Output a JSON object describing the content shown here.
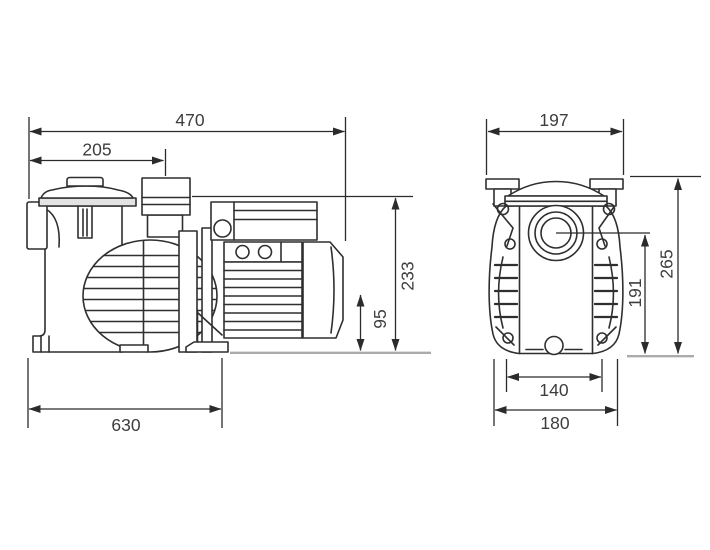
{
  "colors": {
    "line": "#2f2f2f",
    "dim": "#2b2b2b",
    "ref_line": "#ababab",
    "background": "#ffffff",
    "text": "#3d3d3d"
  },
  "side_view": {
    "dims": {
      "overall_length": "470",
      "outlet_center_offset": "205",
      "base_length": "630",
      "outlet_height": "233",
      "shaft_height": "95"
    }
  },
  "front_view": {
    "dims": {
      "top_width": "197",
      "overall_height": "265",
      "inlet_center_height": "191",
      "mount_inner_width": "140",
      "mount_outer_width": "180"
    }
  }
}
